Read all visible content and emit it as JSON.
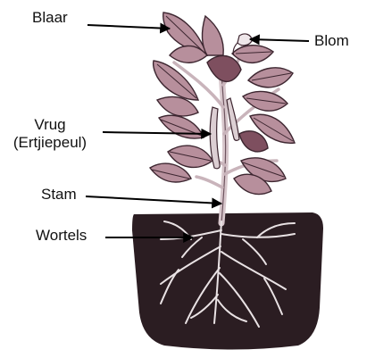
{
  "labels": {
    "leaf": "Blaar",
    "flower": "Blom",
    "fruit_line1": "Vrug",
    "fruit_line2": "(Ertjiepeul)",
    "stem": "Stam",
    "roots": "Wortels"
  },
  "colors": {
    "leaf_fill": "#b78f9c",
    "leaf_dark": "#7e4f5f",
    "leaf_vein": "#3d2630",
    "pot": "#2b1d22",
    "root": "#e9e2e4",
    "stem": "#d8c7cc",
    "pointer": "#000000"
  }
}
